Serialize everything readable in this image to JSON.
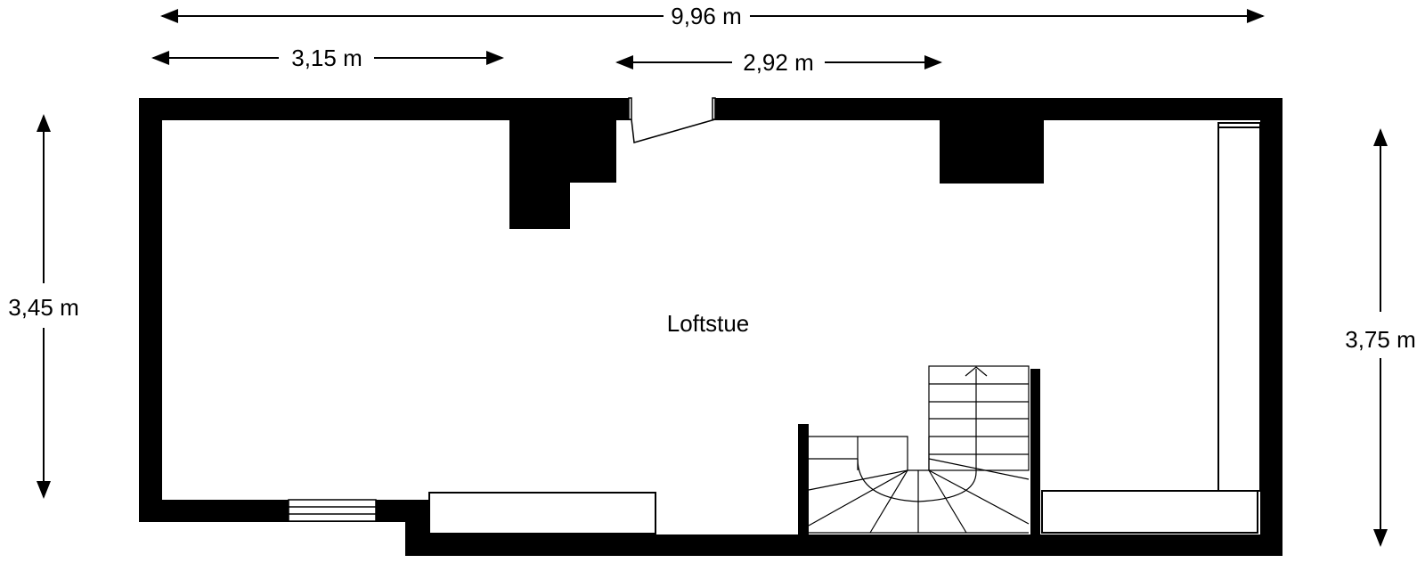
{
  "plan": {
    "room_label": "Loftstue",
    "dimensions": {
      "total_width": "9,96 m",
      "left_room_width": "3,15 m",
      "middle_width": "2,92 m",
      "left_height": "3,45 m",
      "right_height": "3,75 m"
    }
  },
  "colors": {
    "wall": "#000000",
    "background": "#ffffff",
    "line": "#000000"
  }
}
